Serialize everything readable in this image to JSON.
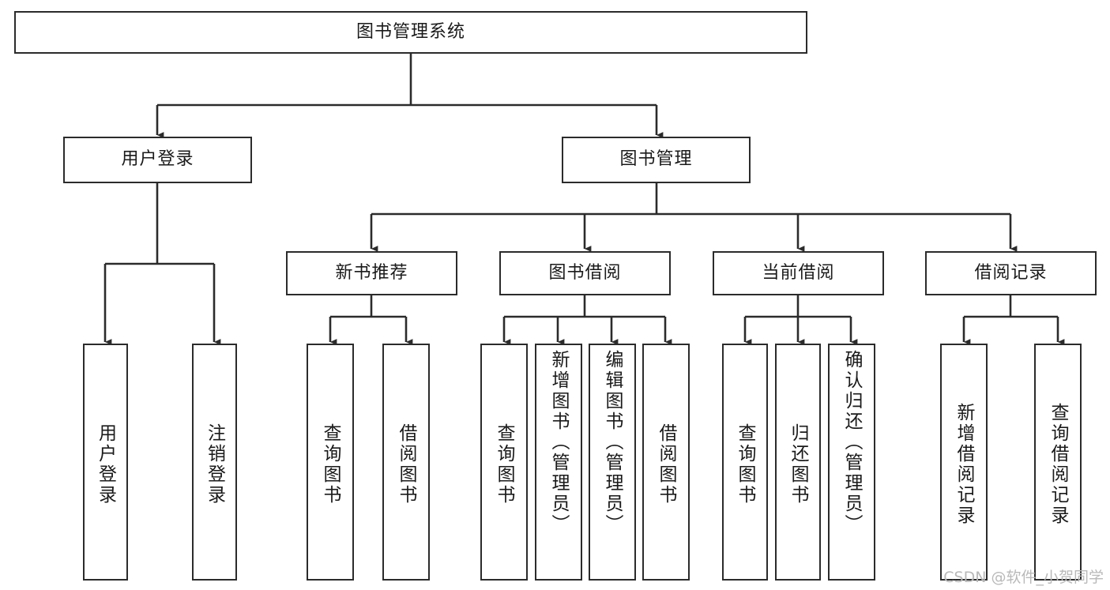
{
  "diagram": {
    "title": "图书管理系统",
    "type": "tree",
    "orientation": "top-down",
    "line_color": "#2b2b2b",
    "box_fill": "#ffffff",
    "text_color": "#1a1a1a"
  },
  "watermark": {
    "text": "CSDN @软件_小贺同学",
    "color": "#b9b9b9"
  },
  "nodes": {
    "root": {
      "label": "图书管理系统"
    },
    "level2": [
      {
        "id": "user-login",
        "label": "用户登录"
      },
      {
        "id": "book-manage",
        "label": "图书管理"
      }
    ],
    "level3": [
      {
        "id": "new-book-recommend",
        "label": "新书推荐"
      },
      {
        "id": "book-borrow",
        "label": "图书借阅"
      },
      {
        "id": "current-borrow",
        "label": "当前借阅"
      },
      {
        "id": "borrow-record",
        "label": "借阅记录"
      }
    ],
    "leaves": {
      "user_login": [
        {
          "id": "leaf-user-login",
          "label": "用户登录"
        },
        {
          "id": "leaf-logout-login",
          "label": "注销登录"
        }
      ],
      "new_book_recommend": [
        {
          "id": "leaf-query-book-1",
          "label": "查询图书"
        },
        {
          "id": "leaf-borrow-book-1",
          "label": "借阅图书"
        }
      ],
      "book_borrow": [
        {
          "id": "leaf-query-book-2",
          "label": "查询图书"
        },
        {
          "id": "leaf-add-book",
          "label": "新增图书（管理员）"
        },
        {
          "id": "leaf-edit-book",
          "label": "编辑图书（管理员）"
        },
        {
          "id": "leaf-borrow-book-2",
          "label": "借阅图书"
        }
      ],
      "current_borrow": [
        {
          "id": "leaf-query-book-3",
          "label": "查询图书"
        },
        {
          "id": "leaf-return-book",
          "label": "归还图书"
        },
        {
          "id": "leaf-confirm-return",
          "label": "确认归还（管理员）"
        }
      ],
      "borrow_record": [
        {
          "id": "leaf-add-record",
          "label": "新增借阅记录"
        },
        {
          "id": "leaf-query-record",
          "label": "查询借阅记录"
        }
      ]
    }
  }
}
